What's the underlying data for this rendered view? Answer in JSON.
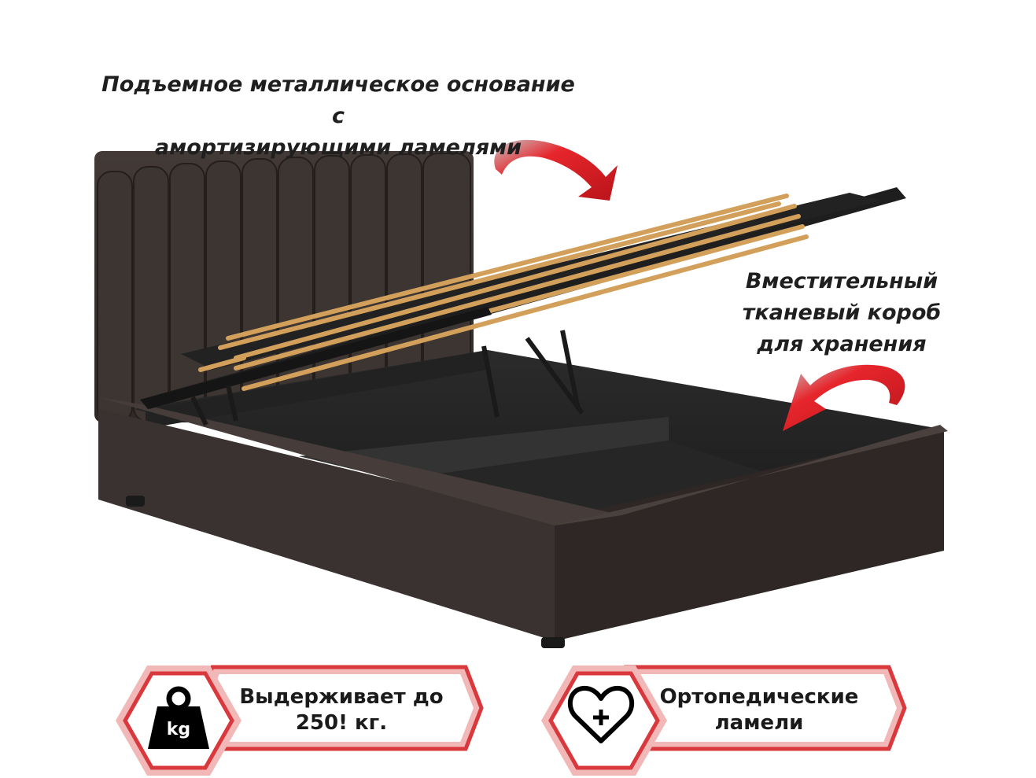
{
  "callouts": {
    "lift_base": {
      "line1": "Подъемное металлическое основание с",
      "line2": "амортизирующими ламелями"
    },
    "storage_box": {
      "line1": "Вместительный",
      "line2": "тканевый короб",
      "line3": "для хранения"
    }
  },
  "badges": [
    {
      "icon": "weight-kg-icon",
      "icon_label": "kg",
      "line1": "Выдерживает до",
      "line2": "250! кг."
    },
    {
      "icon": "heart-plus-icon",
      "line1": "Ортопедические",
      "line2": "ламели"
    }
  ],
  "colors": {
    "badge_red": "#d9383d",
    "badge_pink": "#f2b8b8",
    "arrow_red": "#e0262b",
    "bed_fabric": "#3b3330",
    "slat_wood": "#d2a05a",
    "text": "#1f1f1f"
  }
}
